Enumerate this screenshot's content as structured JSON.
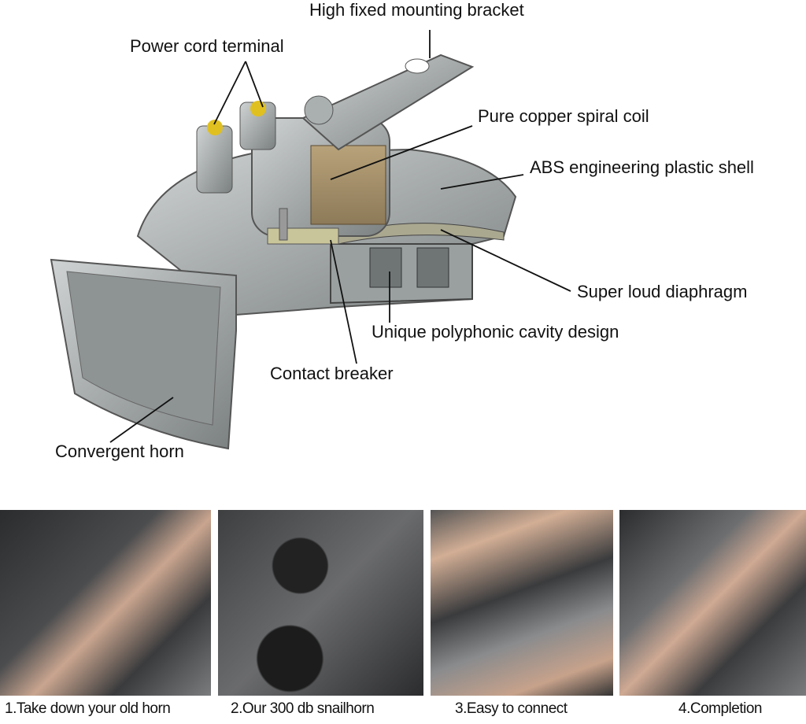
{
  "diagram": {
    "labels": {
      "bracket": "High fixed mounting bracket",
      "terminal": "Power cord terminal",
      "coil": "Pure copper spiral coil",
      "shell": "ABS engineering plastic shell",
      "diaphragm": "Super loud diaphragm",
      "cavity": "Unique polyphonic cavity design",
      "breaker": "Contact breaker",
      "horn": "Convergent horn"
    }
  },
  "steps": [
    {
      "caption": "1.Take down your old horn"
    },
    {
      "caption": "2.Our 300 db snailhorn"
    },
    {
      "caption": "3.Easy to connect"
    },
    {
      "caption": "4.Completion"
    }
  ]
}
